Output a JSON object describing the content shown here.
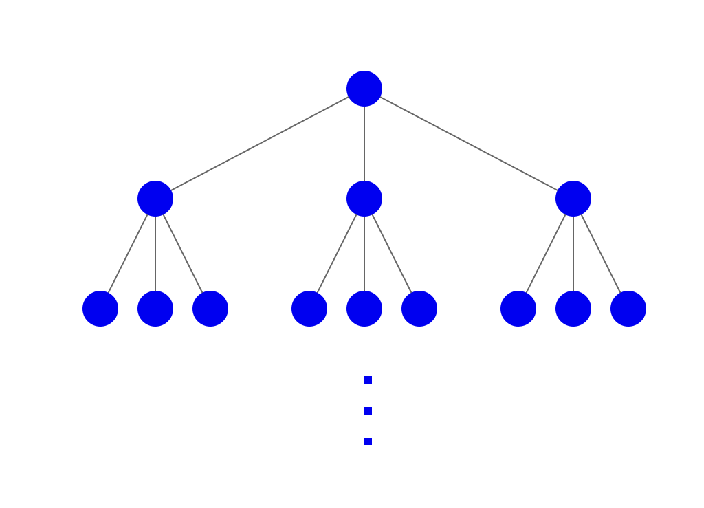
{
  "diagram": {
    "type": "tree",
    "branching_factor": 3,
    "levels_shown": 3,
    "continues_below": true,
    "colors": {
      "node": "#0000f0",
      "edge": "#666666",
      "continuation": "#0000f0"
    },
    "nodes": [
      {
        "id": "root",
        "level": 0
      },
      {
        "id": "c1",
        "level": 1,
        "parent": "root"
      },
      {
        "id": "c2",
        "level": 1,
        "parent": "root"
      },
      {
        "id": "c3",
        "level": 1,
        "parent": "root"
      },
      {
        "id": "c1-1",
        "level": 2,
        "parent": "c1"
      },
      {
        "id": "c1-2",
        "level": 2,
        "parent": "c1"
      },
      {
        "id": "c1-3",
        "level": 2,
        "parent": "c1"
      },
      {
        "id": "c2-1",
        "level": 2,
        "parent": "c2"
      },
      {
        "id": "c2-2",
        "level": 2,
        "parent": "c2"
      },
      {
        "id": "c2-3",
        "level": 2,
        "parent": "c2"
      },
      {
        "id": "c3-1",
        "level": 2,
        "parent": "c3"
      },
      {
        "id": "c3-2",
        "level": 2,
        "parent": "c3"
      },
      {
        "id": "c3-3",
        "level": 2,
        "parent": "c3"
      }
    ]
  }
}
